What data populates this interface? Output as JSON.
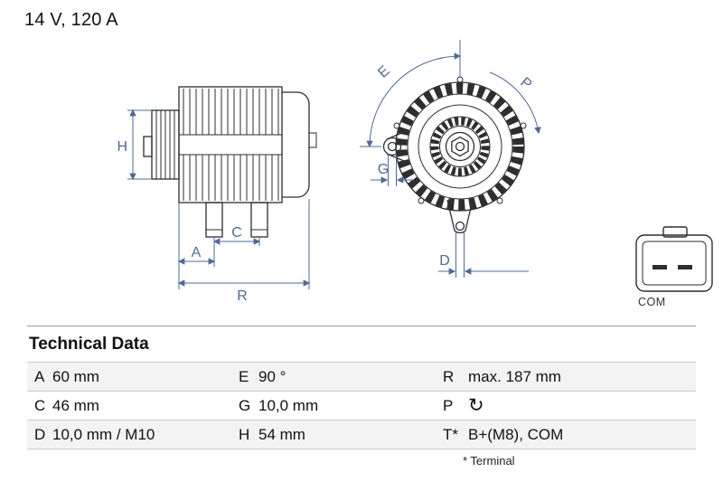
{
  "header": {
    "spec": "14 V, 120 A"
  },
  "diagram": {
    "dimension_color": "#4a6b9f",
    "line_color": "#2e2e2e",
    "labels": {
      "H": "H",
      "A": "A",
      "C": "C",
      "R": "R",
      "E": "E",
      "P": "P",
      "G": "G",
      "D": "D"
    },
    "connector_label": "COM"
  },
  "technical_data": {
    "title": "Technical Data",
    "footnote": "* Terminal",
    "rows": [
      {
        "cells": [
          {
            "label": "A",
            "value": "60 mm"
          },
          {
            "label": "E",
            "value": "90 °"
          },
          {
            "label": "R",
            "value": "max. 187 mm"
          }
        ]
      },
      {
        "cells": [
          {
            "label": "C",
            "value": "46 mm"
          },
          {
            "label": "G",
            "value": "10,0 mm"
          },
          {
            "label": "P",
            "value": "↻"
          }
        ]
      },
      {
        "cells": [
          {
            "label": "D",
            "value": "10,0 mm / M10"
          },
          {
            "label": "H",
            "value": "54 mm"
          },
          {
            "label": "T*",
            "value": "B+(M8), COM"
          }
        ]
      }
    ]
  }
}
